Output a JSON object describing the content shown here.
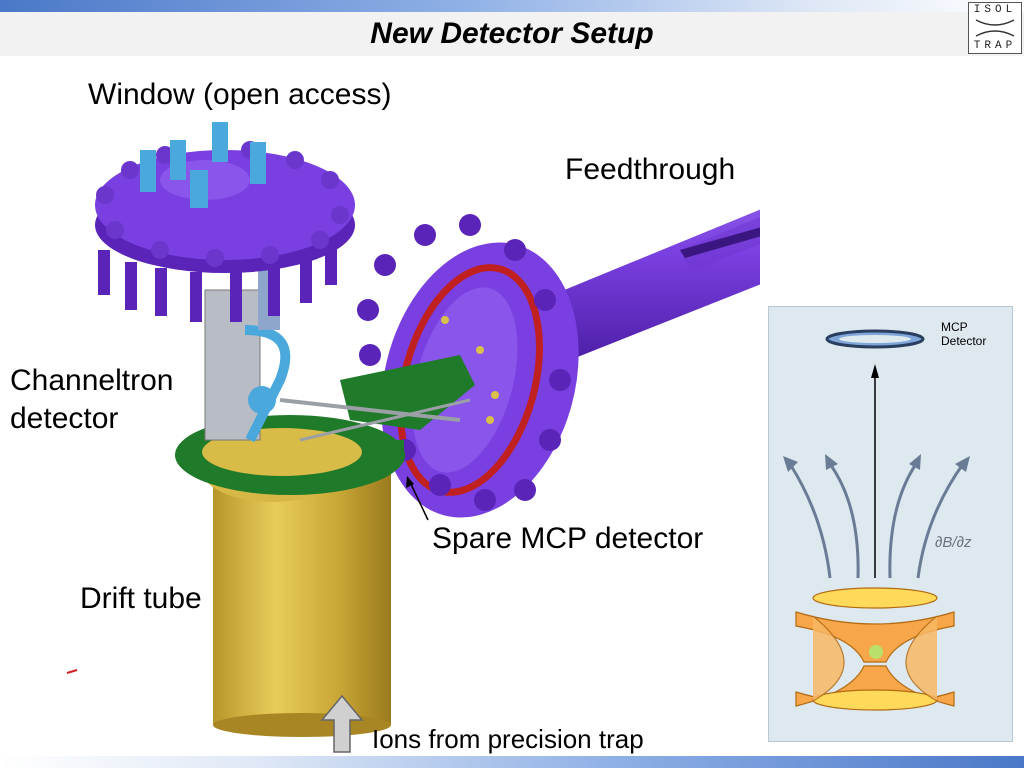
{
  "slide": {
    "title": "New Detector Setup",
    "logo": {
      "line1": "ISOL",
      "line2": "TRAP"
    }
  },
  "labels": {
    "window": "Window (open access)",
    "feedthrough": "Feedthrough",
    "channeltron_line1": "Channeltron",
    "channeltron_line2": "detector",
    "spare_mcp": "Spare MCP detector",
    "drift_tube": "Drift tube",
    "ions": "Ions from precision trap"
  },
  "inset": {
    "mcp_line1": "MCP",
    "mcp_line2": "Detector",
    "gradient": "∂B/∂z"
  },
  "colors": {
    "flange": "#7a3fe0",
    "flange_dark": "#5a24b8",
    "window_ports": "#4aa8dc",
    "drift_tube": "#c9a832",
    "support_ring": "#1f7a2a",
    "red_gasket": "#c02020",
    "inset_bg": "#dde8ef",
    "trap": "#f7a64a",
    "field_lines": "#6a7c95"
  }
}
